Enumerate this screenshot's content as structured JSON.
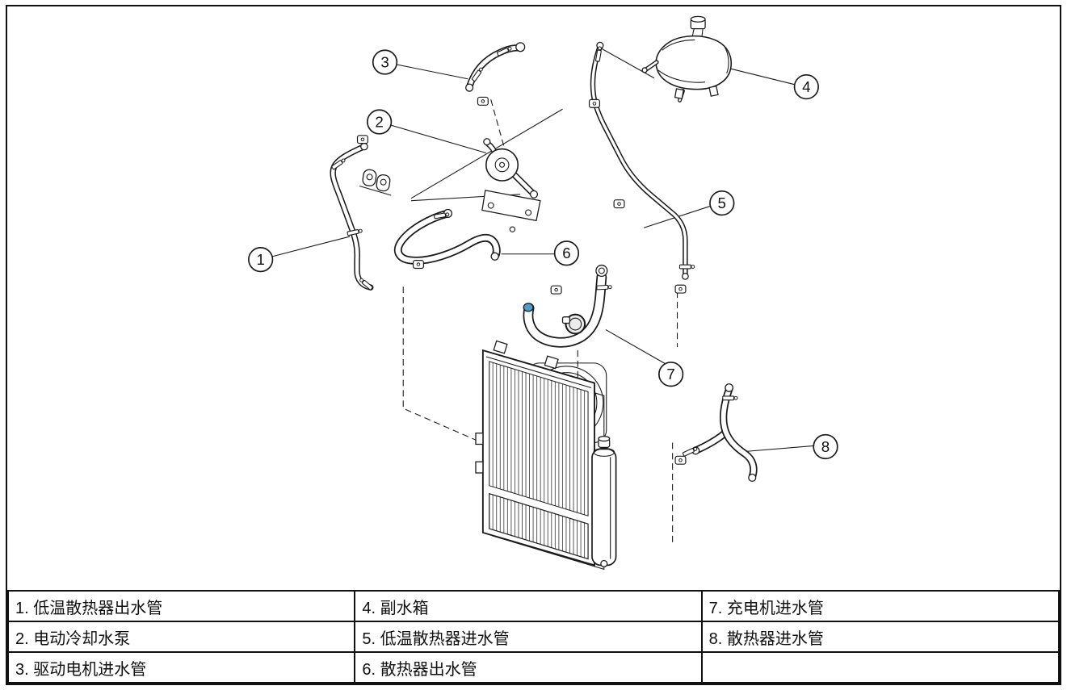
{
  "diagram": {
    "highlight_color": "#4f9ccd",
    "line_color": "#1a1a1a",
    "callouts": [
      {
        "num": "1"
      },
      {
        "num": "2"
      },
      {
        "num": "3"
      },
      {
        "num": "4"
      },
      {
        "num": "5"
      },
      {
        "num": "6"
      },
      {
        "num": "7"
      },
      {
        "num": "8"
      }
    ]
  },
  "legend": {
    "rows": [
      [
        "1. 低温散热器出水管",
        "4. 副水箱",
        "7. 充电机进水管"
      ],
      [
        "2. 电动冷却水泵",
        "5. 低温散热器进水管",
        "8. 散热器进水管"
      ],
      [
        "3. 驱动电机进水管",
        "6. 散热器出水管",
        ""
      ]
    ]
  }
}
